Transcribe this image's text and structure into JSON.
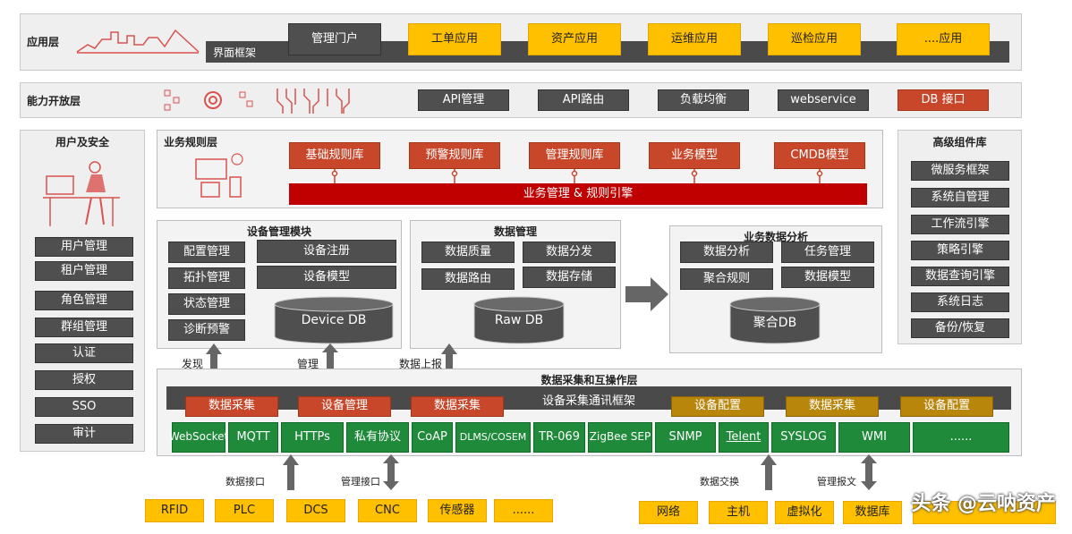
{
  "app_layer": {
    "label": "应用层",
    "framework": "界面框架",
    "portal": "管理门户",
    "apps": [
      "工单应用",
      "资产应用",
      "运维应用",
      "巡检应用",
      "....应用"
    ]
  },
  "capability_layer": {
    "label": "能力开放层",
    "items": [
      "API管理",
      "API路由",
      "负载均衡",
      "webservice",
      "DB 接口"
    ]
  },
  "user_security": {
    "title": "用户及安全",
    "items": [
      "用户管理",
      "租户管理",
      "角色管理",
      "群组管理",
      "认证",
      "授权",
      "SSO",
      "审计"
    ]
  },
  "business_rule_layer": {
    "title": "业务规则层",
    "items": [
      "基础规则库",
      "预警规则库",
      "管理规则库",
      "业务模型",
      "CMDB模型"
    ],
    "engine": "业务管理 & 规则引擎"
  },
  "device_mgmt": {
    "title": "设备管理模块",
    "left": [
      "配置管理",
      "拓扑管理",
      "状态管理",
      "诊断预警"
    ],
    "right": [
      "设备注册",
      "设备模型"
    ],
    "db": "Device DB"
  },
  "data_mgmt": {
    "title": "数据管理",
    "items": [
      "数据质量",
      "数据分发",
      "数据路由",
      "数据存储"
    ],
    "db": "Raw DB"
  },
  "business_analysis": {
    "title": "业务数据分析",
    "items": [
      "数据分析",
      "任务管理",
      "聚合规则",
      "数据模型"
    ],
    "db": "聚合DB"
  },
  "advanced_components": {
    "title": "高级组件库",
    "items": [
      "微服务框架",
      "系统自管理",
      "工作流引擎",
      "策略引擎",
      "数据查询引擎",
      "系统日志",
      "备份/恢复"
    ]
  },
  "arrow_labels": {
    "discover": "发现",
    "manage": "管理",
    "report": "数据上报"
  },
  "collection_layer": {
    "title": "数据采集和互操作层",
    "framework": "设备采集通讯框架",
    "modules": [
      {
        "label": "数据采集",
        "style": "red"
      },
      {
        "label": "设备管理",
        "style": "red"
      },
      {
        "label": "数据采集",
        "style": "red"
      },
      {
        "label": "设备配置",
        "style": "gold"
      },
      {
        "label": "数据采集",
        "style": "gold"
      },
      {
        "label": "设备配置",
        "style": "gold"
      }
    ],
    "protocols_left": [
      "WebSocket",
      "MQTT",
      "HTTPs",
      "私有协议",
      "CoAP",
      "DLMS/COSEM",
      "TR-069",
      "ZigBee SEP"
    ],
    "protocols_right": [
      "SNMP",
      "Telent",
      "SYSLOG",
      "WMI",
      "......"
    ]
  },
  "bottom": {
    "data_interface": "数据接口",
    "mgmt_interface": "管理接口",
    "data_exchange": "数据交换",
    "mgmt_message": "管理报文",
    "left_items": [
      "RFID",
      "PLC",
      "DCS",
      "CNC",
      "传感器",
      "......"
    ],
    "right_items": [
      "网络",
      "主机",
      "虚拟化",
      "数据库"
    ]
  },
  "watermark": "头条 @云呐资产",
  "colors": {
    "dark": "#4f4f4f",
    "yellow": "#ffc000",
    "red": "#c8472b",
    "engine_red": "#c00000",
    "gold": "#b8860b",
    "green": "#1e8a3a"
  }
}
